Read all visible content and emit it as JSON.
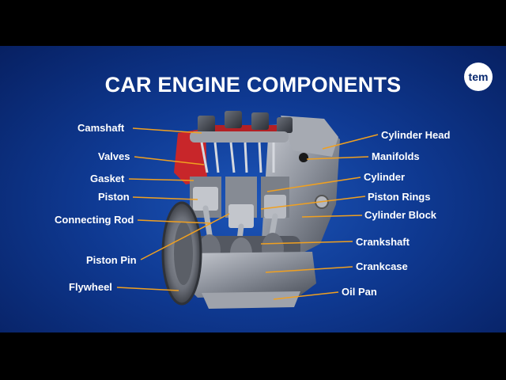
{
  "title": "CAR ENGINE COMPONENTS",
  "logo_text": "tem",
  "colors": {
    "background_top": "#1c55b8",
    "background_edge": "#072062",
    "leader_line": "#f0a020",
    "engine_red": "#c8262a",
    "engine_metal": "#8a8f99"
  },
  "labels": {
    "camshaft": "Camshaft",
    "valves": "Valves",
    "gasket": "Gasket",
    "piston": "Piston",
    "connecting_rod": "Connecting Rod",
    "piston_pin": "Piston Pin",
    "flywheel": "Flywheel",
    "cylinder_head": "Cylinder Head",
    "manifolds": "Manifolds",
    "cylinder": "Cylinder",
    "piston_rings": "Piston Rings",
    "cylinder_block": "Cylinder Block",
    "crankshaft": "Crankshaft",
    "crankcase": "Crankcase",
    "oil_pan": "Oil Pan"
  }
}
